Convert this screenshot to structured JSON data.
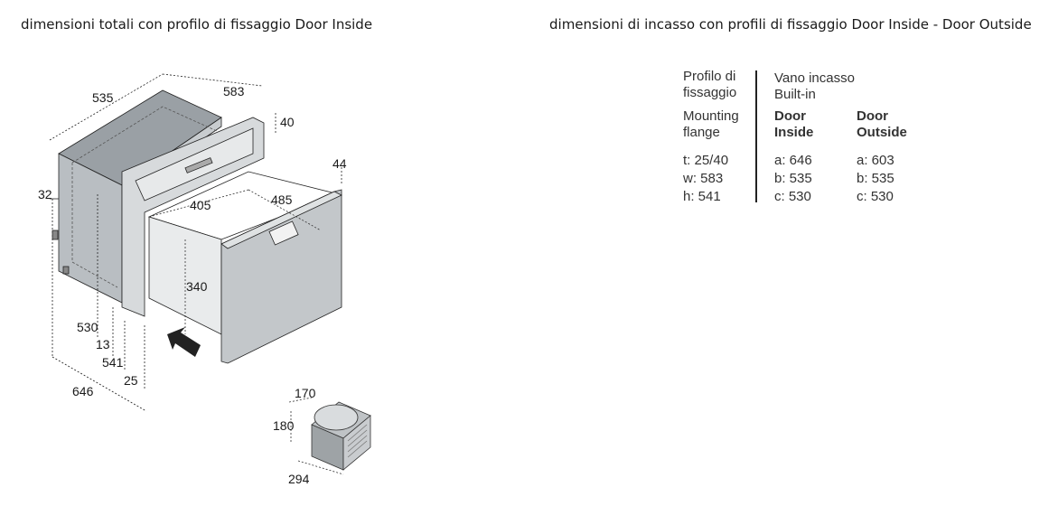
{
  "headings": {
    "left": "dimensioni totali con profilo di fissaggio Door Inside",
    "right": "dimensioni di incasso con profili di fissaggio Door Inside - Door Outside"
  },
  "main_drawing": {
    "dims": {
      "width_top": "535",
      "depth_top": "583",
      "flange_h": "40",
      "flange_t": "44",
      "side_offset": "32",
      "inner_w": "405",
      "inner_d": "485",
      "inner_h": "340",
      "h530": "530",
      "h13": "13",
      "h541": "541",
      "h25": "25",
      "d646": "646"
    }
  },
  "unit_drawing": {
    "dims": {
      "w": "170",
      "h": "180",
      "d": "294"
    }
  },
  "builtin_drawing": {
    "labels": {
      "a": "a",
      "b": "b",
      "c": "c",
      "t": "t",
      "h": "h",
      "w": "w"
    }
  },
  "table": {
    "col1_title_it": [
      "Profilo di",
      "fissaggio"
    ],
    "col1_title_en": [
      "Mounting",
      "flange"
    ],
    "col1_rows": [
      "t:   25/40",
      "w:  583",
      "h:   541"
    ],
    "col2_title_it": [
      "Vano incasso",
      "Built-in"
    ],
    "col2_head": [
      "Door",
      "Inside"
    ],
    "col2_rows": [
      "a: 646",
      "b: 535",
      "c: 530"
    ],
    "col3_head": [
      "Door",
      "Outside"
    ],
    "col3_rows": [
      "a: 603",
      "b: 535",
      "c: 530"
    ]
  }
}
